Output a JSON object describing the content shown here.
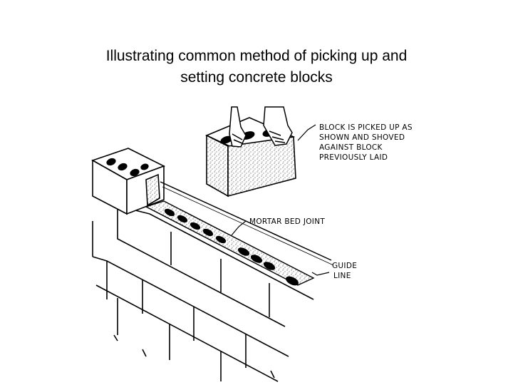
{
  "slide": {
    "title_line1": "Illustrating common method of picking up and",
    "title_line2": "setting concrete blocks"
  },
  "figure": {
    "callout_block": [
      "BLOCK IS PICKED UP AS",
      "SHOWN AND SHOVED",
      "AGAINST BLOCK",
      "PREVIOUSLY LAID"
    ],
    "callout_mortar": "MORTAR BED JOINT",
    "callout_guide": [
      "GUIDE",
      "LINE"
    ],
    "colors": {
      "ink": "#000000",
      "paper": "#ffffff"
    }
  }
}
